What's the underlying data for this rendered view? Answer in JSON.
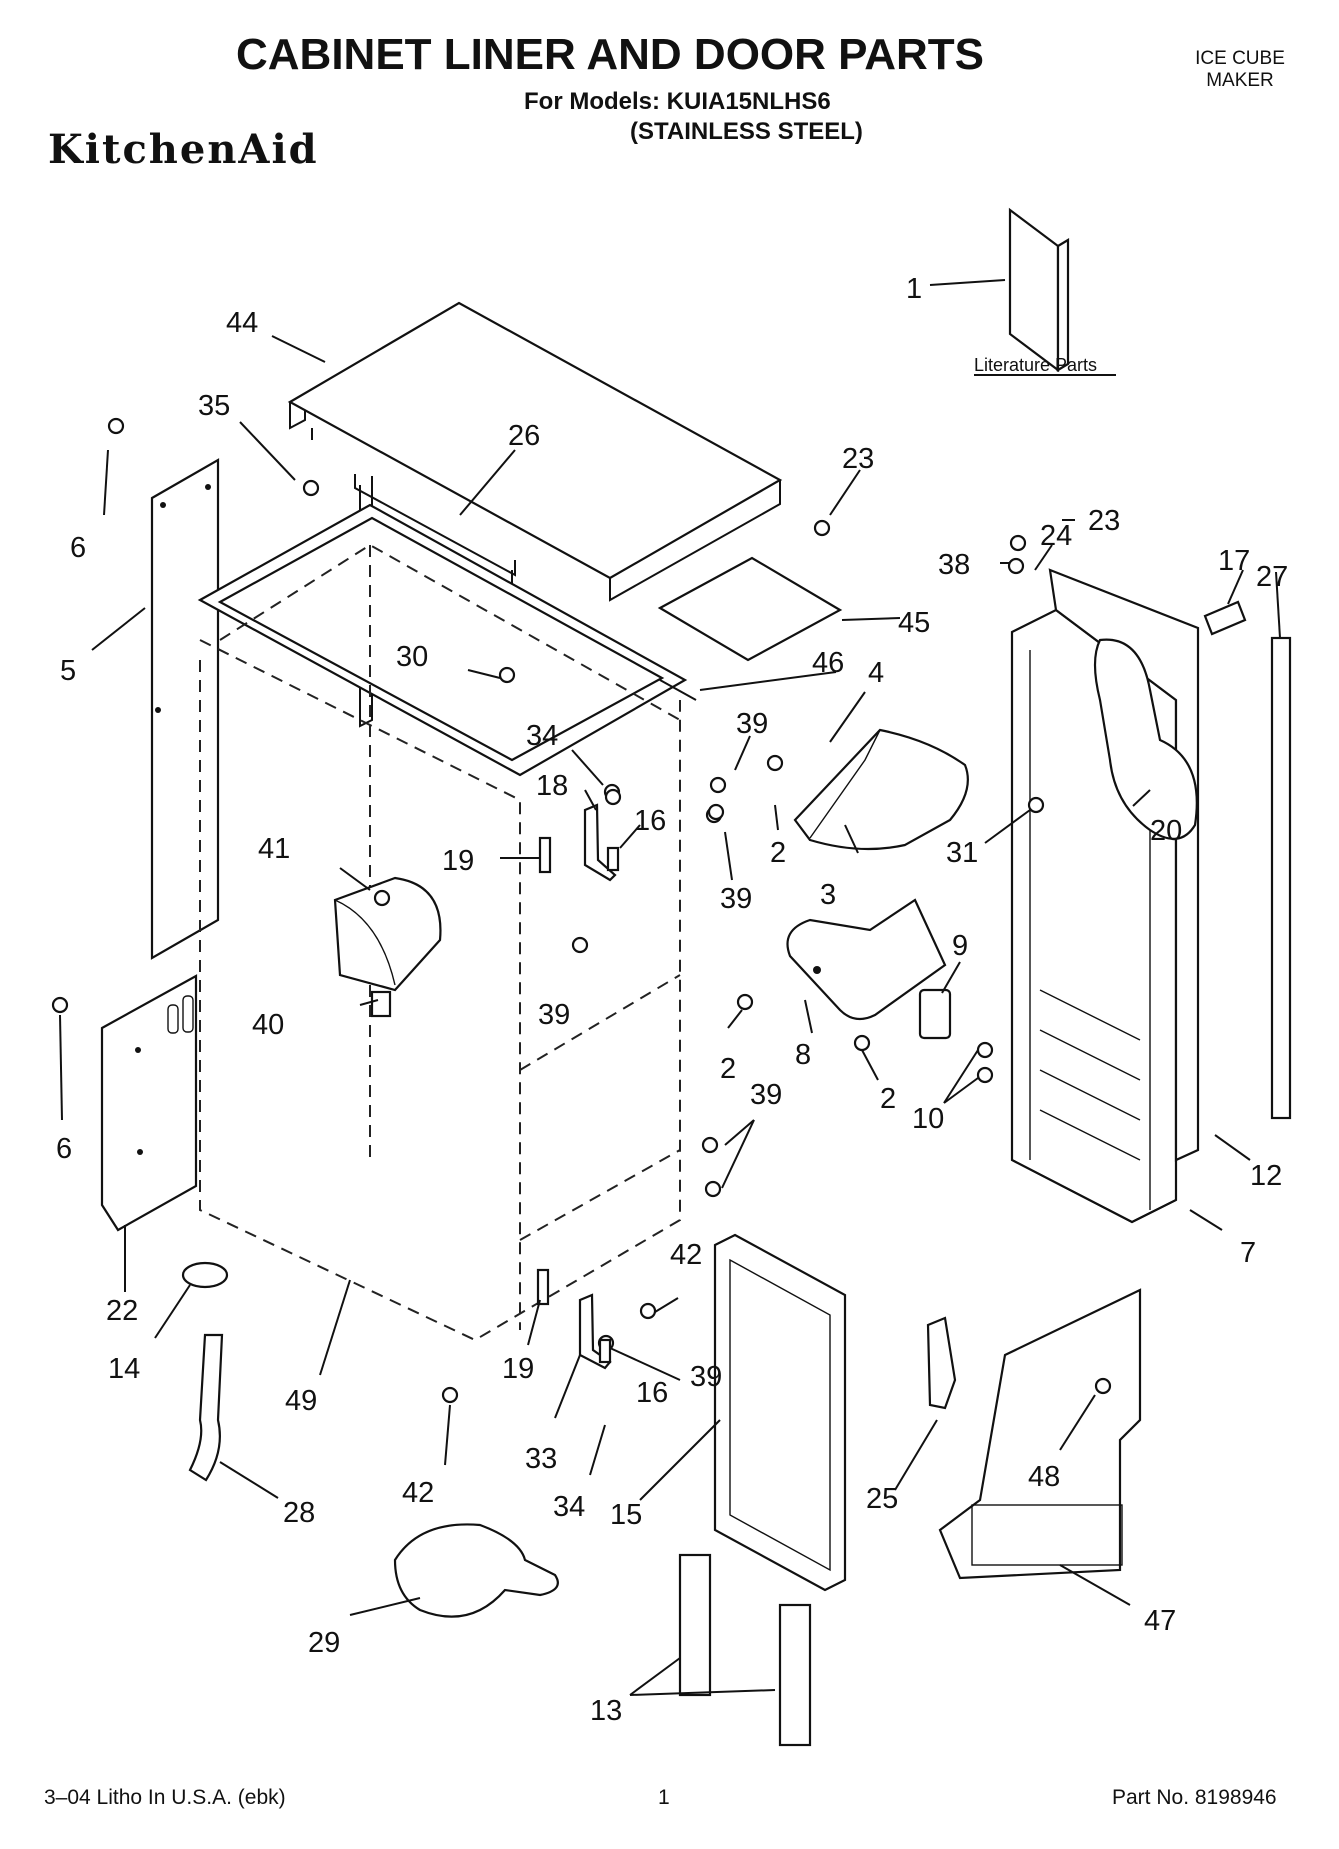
{
  "header": {
    "title": "CABINET LINER AND DOOR PARTS",
    "models_line": "For Models: KUIA15NLHS6",
    "finish_line": "(STAINLESS STEEL)",
    "category_line1": "ICE CUBE",
    "category_line2": "MAKER",
    "brand": "KitchenAid"
  },
  "literature_label": "Literature Parts",
  "footer": {
    "litho": "3–04 Litho In U.S.A. (ebk)",
    "page": "1",
    "part_no": "Part No. 8198946"
  },
  "callouts": [
    "1",
    "44",
    "35",
    "26",
    "23",
    "6",
    "5",
    "30",
    "46",
    "45",
    "38",
    "24",
    "23",
    "17",
    "27",
    "34",
    "39",
    "4",
    "18",
    "16",
    "2",
    "3",
    "41",
    "19",
    "39",
    "31",
    "20",
    "9",
    "39",
    "40",
    "8",
    "2",
    "2",
    "10",
    "6",
    "39",
    "12",
    "22",
    "14",
    "42",
    "19",
    "39",
    "16",
    "7",
    "49",
    "33",
    "34",
    "42",
    "15",
    "25",
    "48",
    "28",
    "47",
    "29",
    "13"
  ]
}
